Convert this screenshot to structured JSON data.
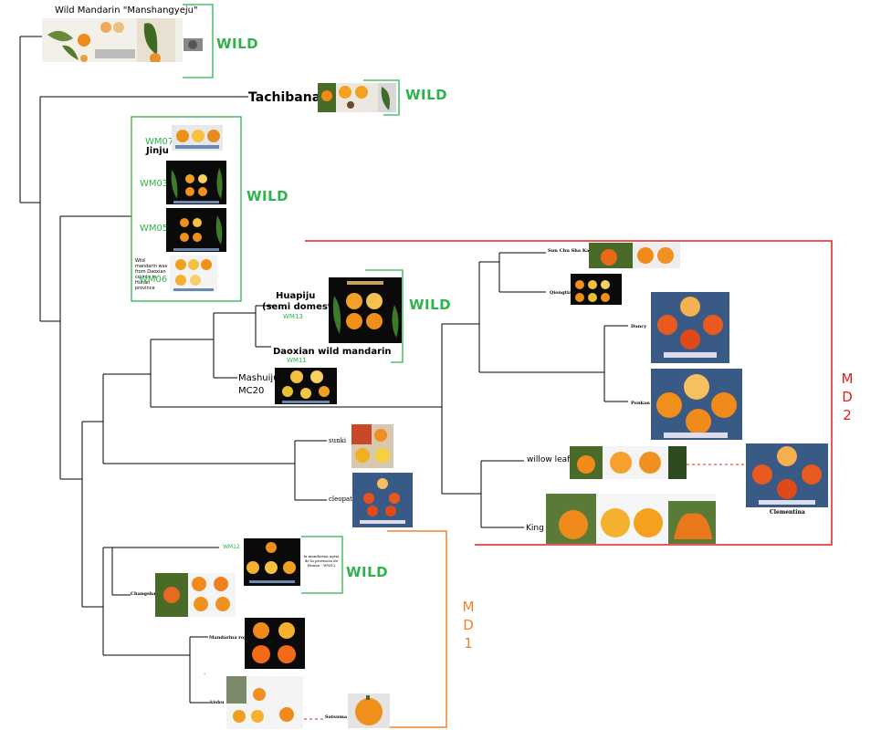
{
  "labels": {
    "wild_mandarin": "Wild Mandarin \"Manshangyeju\"",
    "tachibana": "Tachibana",
    "wm07": "WM07",
    "jinju": "Jinju",
    "wm03": "WM03",
    "wm05": "WM05",
    "wm06_caption": "Wild mandarin was from Daoxian county in Hunan province",
    "wm06": "WM06",
    "huapiju": "Huapiju",
    "semi_domestica": "(semi domestica)",
    "wm13": "WM13",
    "daoxian": "Daoxian wild mandarin",
    "wm11": "WM11",
    "mashuiju": "Mashuiju",
    "mc20": "MC20",
    "sunki": "sunki",
    "cleopatra": "cleopatra",
    "wm12": "WM12",
    "wm12_caption": "la mandarina agria de la provincia de Hunan - WM12",
    "changsha": "Changsha",
    "mandarina_roja": "Mandarina roja",
    "dot": ".",
    "kishu": "kishu",
    "satsuma": "Satsuma",
    "sun_chu_sha_kat": "Sun Chu Sha Kat",
    "qiongtian": "Qiongtian",
    "dancy": "Dancy",
    "ponkan": "Ponkan",
    "willow_leaf": "willow leaf",
    "king": "King",
    "clementina": "Clementina"
  },
  "group_tags": {
    "wild": "WILD",
    "md1": [
      "M",
      "D",
      "1"
    ],
    "md2": [
      "M",
      "D",
      "2"
    ]
  },
  "colors": {
    "wild_green": "#2db34a",
    "md1_orange": "#f0832a",
    "md2_red": "#e02020",
    "photo_navy": "#3a5a86",
    "fruit_orange": "#f08a1a"
  }
}
